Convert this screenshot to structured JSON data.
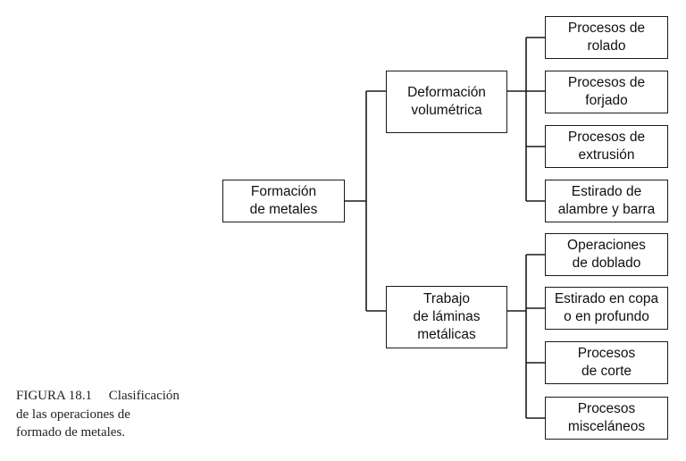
{
  "diagram": {
    "root": {
      "lines": [
        "Formación",
        "de metales"
      ]
    },
    "branches": [
      {
        "lines": [
          "Deformación",
          "volumétrica"
        ],
        "children": [
          {
            "lines": [
              "Procesos de",
              "rolado"
            ]
          },
          {
            "lines": [
              "Procesos de",
              "forjado"
            ]
          },
          {
            "lines": [
              "Procesos de",
              "extrusión"
            ]
          },
          {
            "lines": [
              "Estirado de",
              "alambre y barra"
            ]
          }
        ]
      },
      {
        "lines": [
          "Trabajo",
          "de láminas",
          "metálicas"
        ],
        "children": [
          {
            "lines": [
              "Operaciones",
              "de doblado"
            ]
          },
          {
            "lines": [
              "Estirado en copa",
              "o en profundo"
            ]
          },
          {
            "lines": [
              "Procesos",
              "de corte"
            ]
          },
          {
            "lines": [
              "Procesos",
              "misceláneos"
            ]
          }
        ]
      }
    ]
  },
  "caption": {
    "figure_number": "FIGURA 18.1",
    "lines": [
      "Clasificación",
      "de las operaciones de",
      "formado de metales."
    ]
  }
}
